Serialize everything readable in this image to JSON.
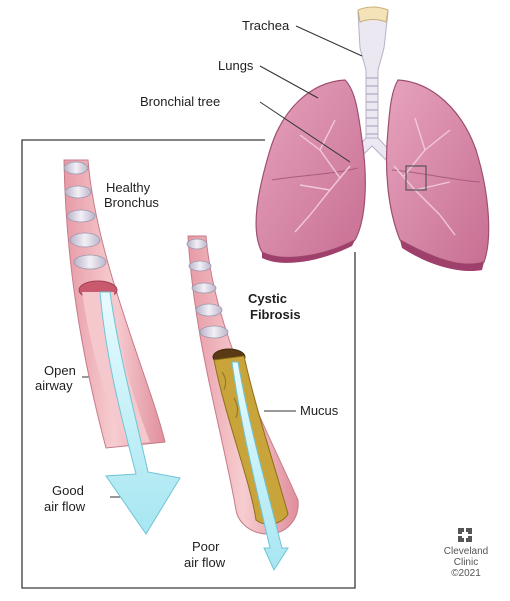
{
  "labels": {
    "trachea": "Trachea",
    "lungs": "Lungs",
    "bronchial_tree": "Bronchial tree",
    "healthy_1": "Healthy",
    "healthy_2": "Bronchus",
    "cf_1": "Cystic",
    "cf_2": "Fibrosis",
    "open_1": "Open",
    "open_2": "airway",
    "mucus": "Mucus",
    "good_1": "Good",
    "good_2": "air flow",
    "poor_1": "Poor",
    "poor_2": "air flow"
  },
  "credit": {
    "brand_1": "Cleveland",
    "brand_2": "Clinic",
    "year": "©2021"
  },
  "colors": {
    "lung": "#d98aa8",
    "trachea": "#e9e4f0",
    "bronchus_wall": "#efb3b8",
    "ring": "#d9d4e3",
    "mucus": "#c9a43a",
    "airflow": "#bfeff7"
  }
}
